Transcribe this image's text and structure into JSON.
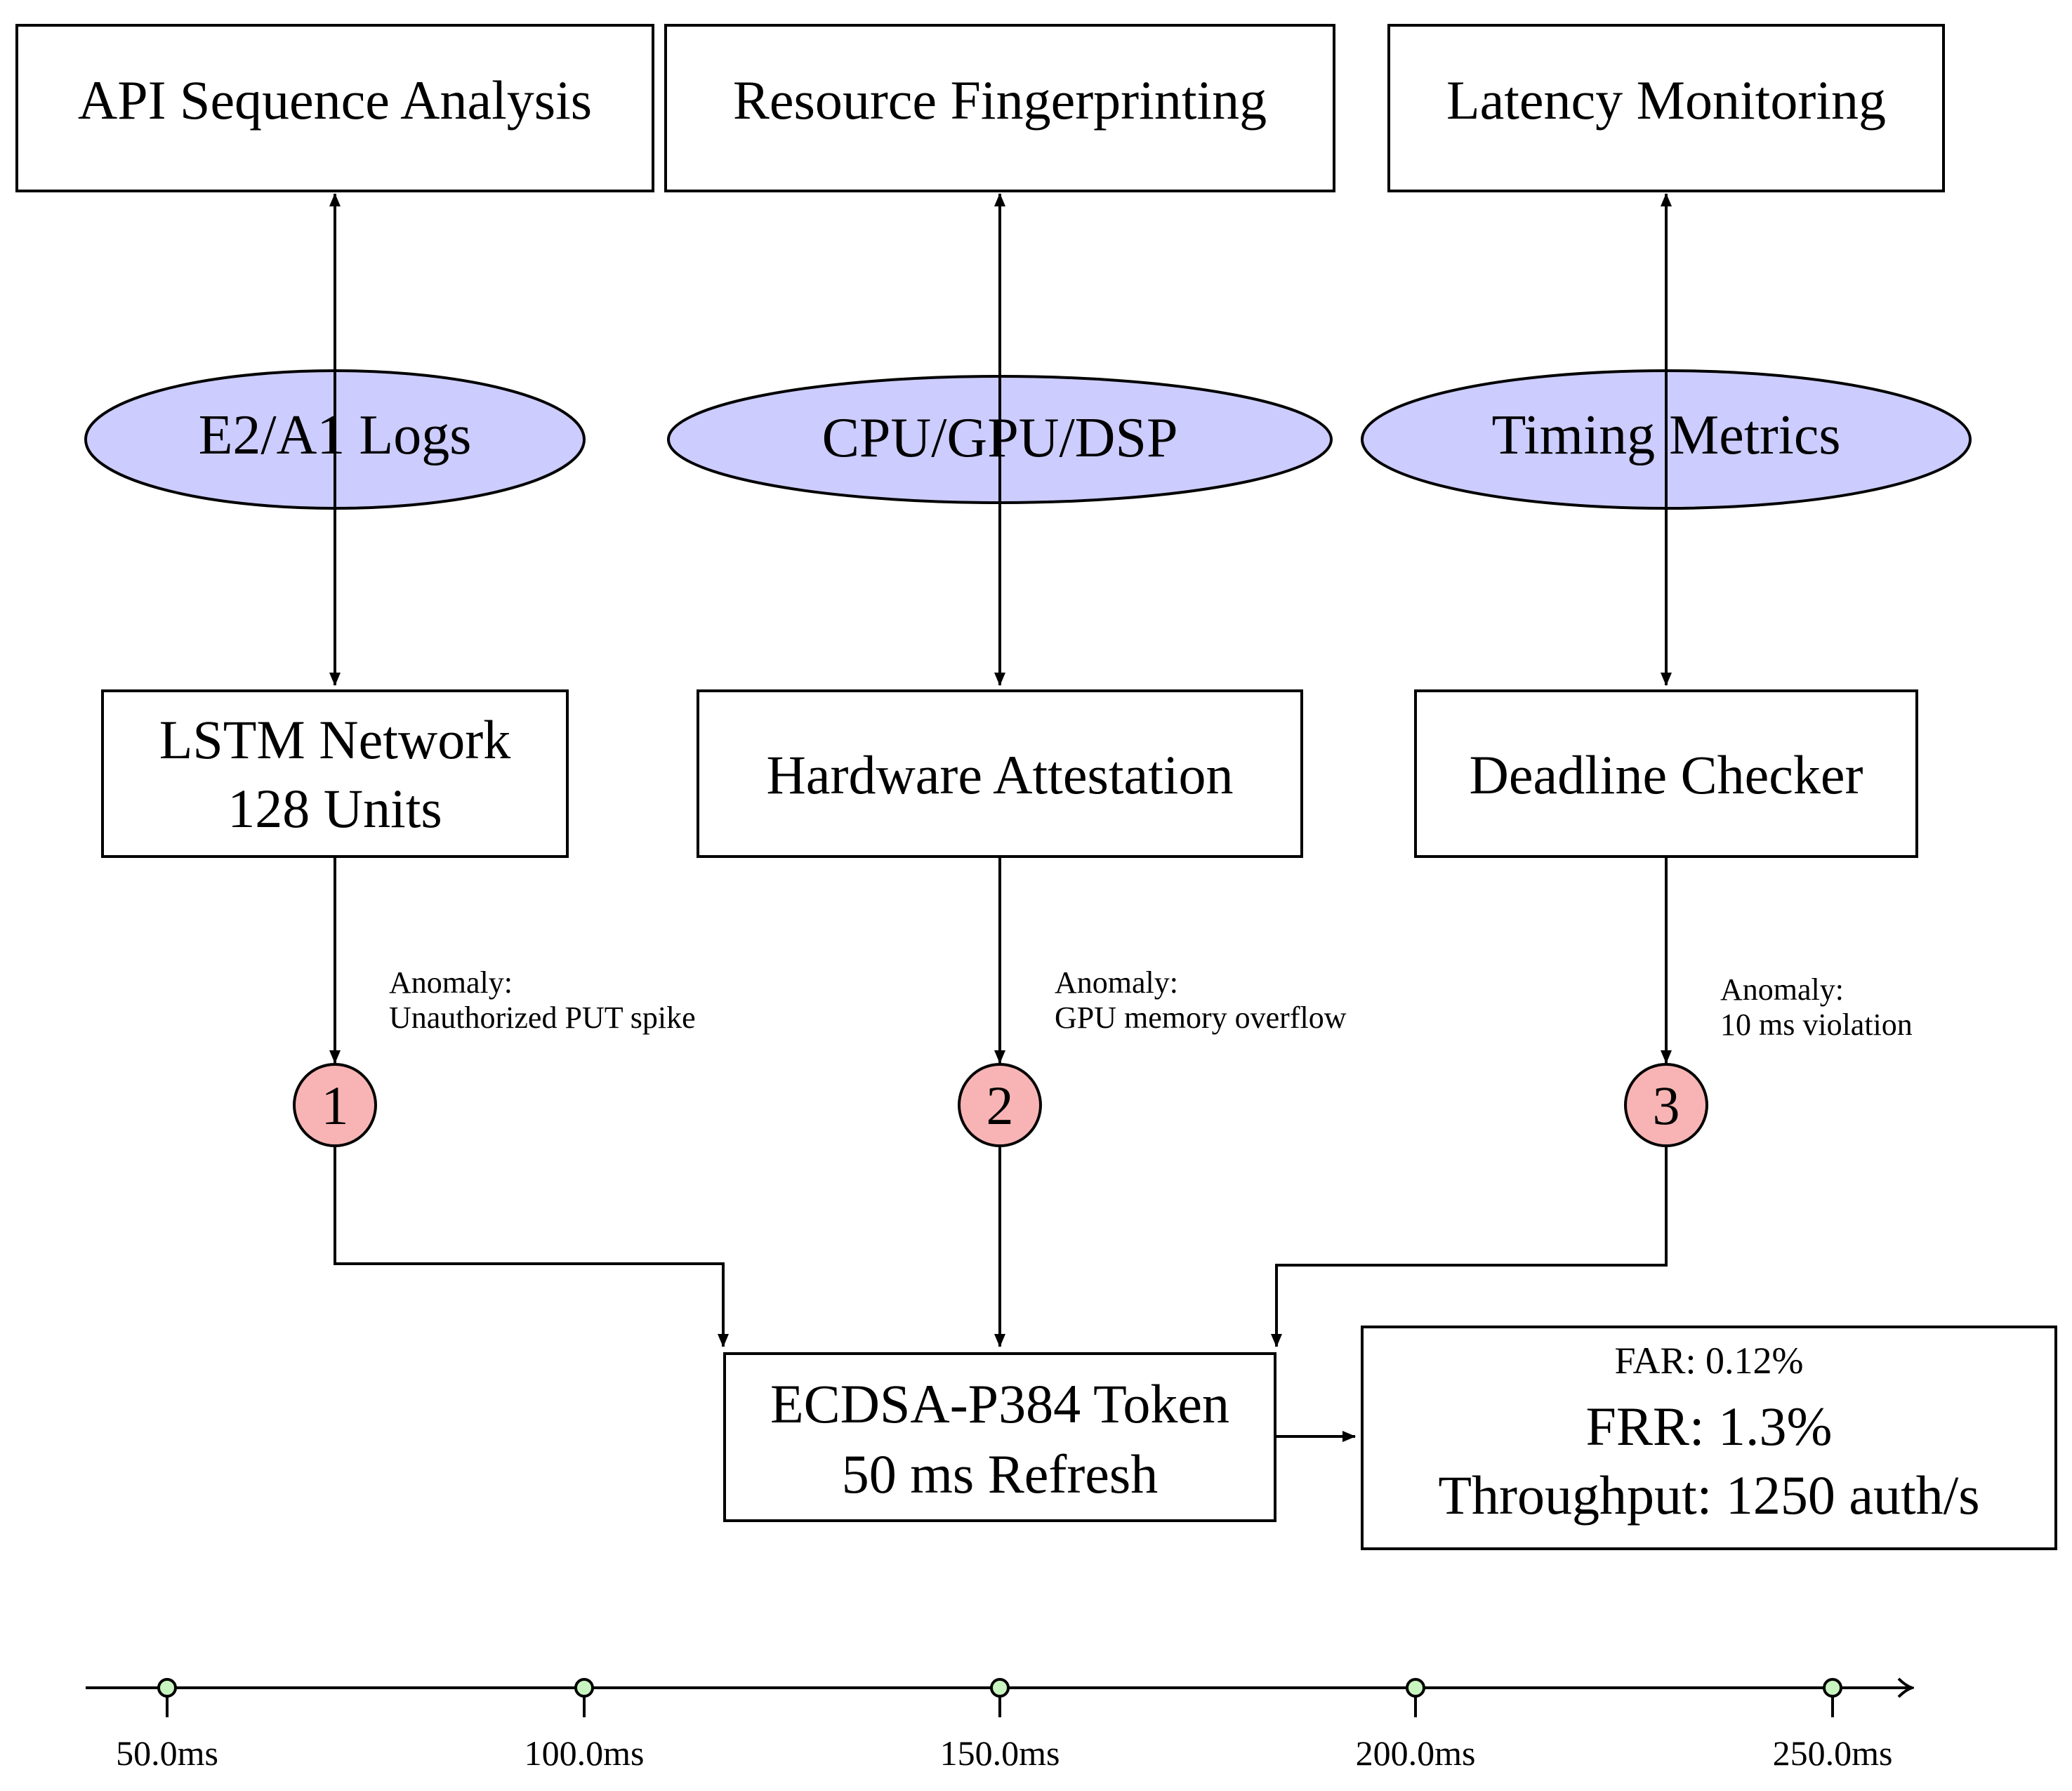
{
  "top_boxes": [
    {
      "label": "API Sequence Analysis"
    },
    {
      "label": "Resource Fingerprinting"
    },
    {
      "label": "Latency Monitoring"
    }
  ],
  "ellipses": [
    {
      "label": "E2/A1 Logs"
    },
    {
      "label": "CPU/GPU/DSP"
    },
    {
      "label": "Timing Metrics"
    }
  ],
  "mid_boxes": [
    {
      "line1": "LSTM Network",
      "line2": "128 Units"
    },
    {
      "line1": "Hardware Attestation"
    },
    {
      "line1": "Deadline Checker"
    }
  ],
  "anomalies": [
    {
      "line1": "Anomaly:",
      "line2": "Unauthorized PUT spike"
    },
    {
      "line1": "Anomaly:",
      "line2": "GPU memory overflow"
    },
    {
      "line1": "Anomaly:",
      "line2": "10 ms violation"
    }
  ],
  "markers": [
    "1",
    "2",
    "3"
  ],
  "token_box": {
    "line1": "ECDSA-P384 Token",
    "line2": "50 ms Refresh"
  },
  "metrics_box": {
    "far": "FAR: 0.12%",
    "frr": "FRR: 1.3%",
    "throughput": "Throughput: 1250 auth/s"
  },
  "timeline": {
    "ticks": [
      "50.0ms",
      "100.0ms",
      "150.0ms",
      "200.0ms",
      "250.0ms"
    ]
  },
  "colors": {
    "ellipse_fill": "#ccccff",
    "marker_fill": "#f8b4b4",
    "tick_dot_fill": "#c8f5c0"
  }
}
